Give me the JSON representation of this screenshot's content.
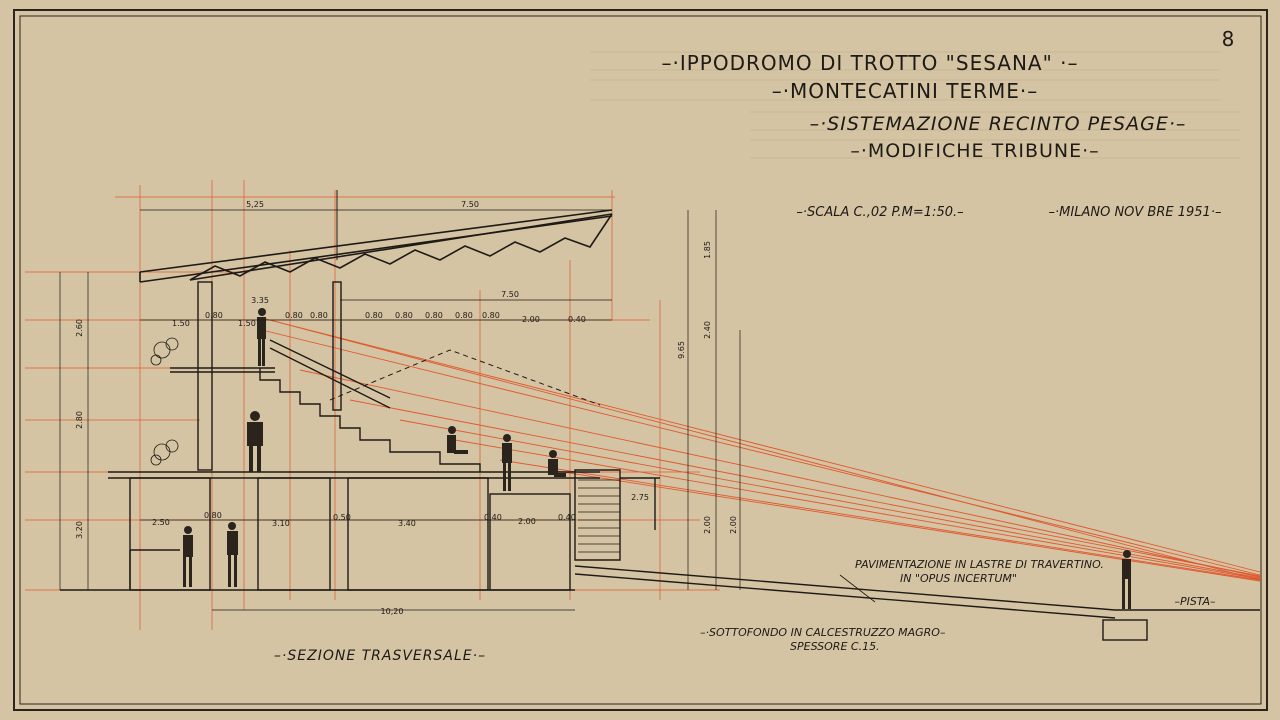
{
  "sheet": {
    "number": "8",
    "title": {
      "line1": "–·IPPODROMO DI TROTTO \"SESANA\" ·–",
      "line2": "–·MONTECATINI TERME·–",
      "line3": "–·SISTEMAZIONE RECINTO PESAGE·–",
      "line4": "–·MODIFICHE TRIBUNE·–"
    },
    "scale_note": "–·SCALA C.,02 P.M=1:50.–",
    "place_date": "–·MILANO NOV BRE 1951·–",
    "section_title": "–·SEZIONE TRASVERSALE·–",
    "notes": {
      "paving_1": "PAVIMENTAZIONE IN LASTRE DI TRAVERTINO.",
      "paving_2": "IN \"OPUS INCERTUM\"",
      "subbase_1": "–·SOTTOFONDO IN CALCESTRUZZO MAGRO–",
      "subbase_2": "SPESSORE C.15.",
      "track": "–PISTA–"
    }
  },
  "dimensions": {
    "top_left": "5,25",
    "top_right": "7.50",
    "mid_right": "7.50",
    "roof_left": "3.35",
    "row": [
      "1.50",
      "0.80",
      "1.50",
      "0.80",
      "0.80",
      "0.80",
      "0.80",
      "0.80",
      "0.80",
      "0.80",
      "2.00",
      "0.40"
    ],
    "ground_row": [
      "2.50",
      "0.80",
      "3.10",
      "0.50",
      "3.40",
      "0.40",
      "2.00",
      "0.40"
    ],
    "base": "10,20",
    "step_width": "2.75",
    "left_vert": [
      "2.60",
      "2.80",
      "3.20"
    ],
    "right_vert_top": "1.85",
    "right_vert_mid": "2.40",
    "right_vert_total": "9.65",
    "right_vert_low": [
      "2.00",
      "2.00"
    ]
  },
  "colors": {
    "paper": "#d6c6a6",
    "ink": "#1e1a16",
    "sightline": "#e0582e"
  }
}
